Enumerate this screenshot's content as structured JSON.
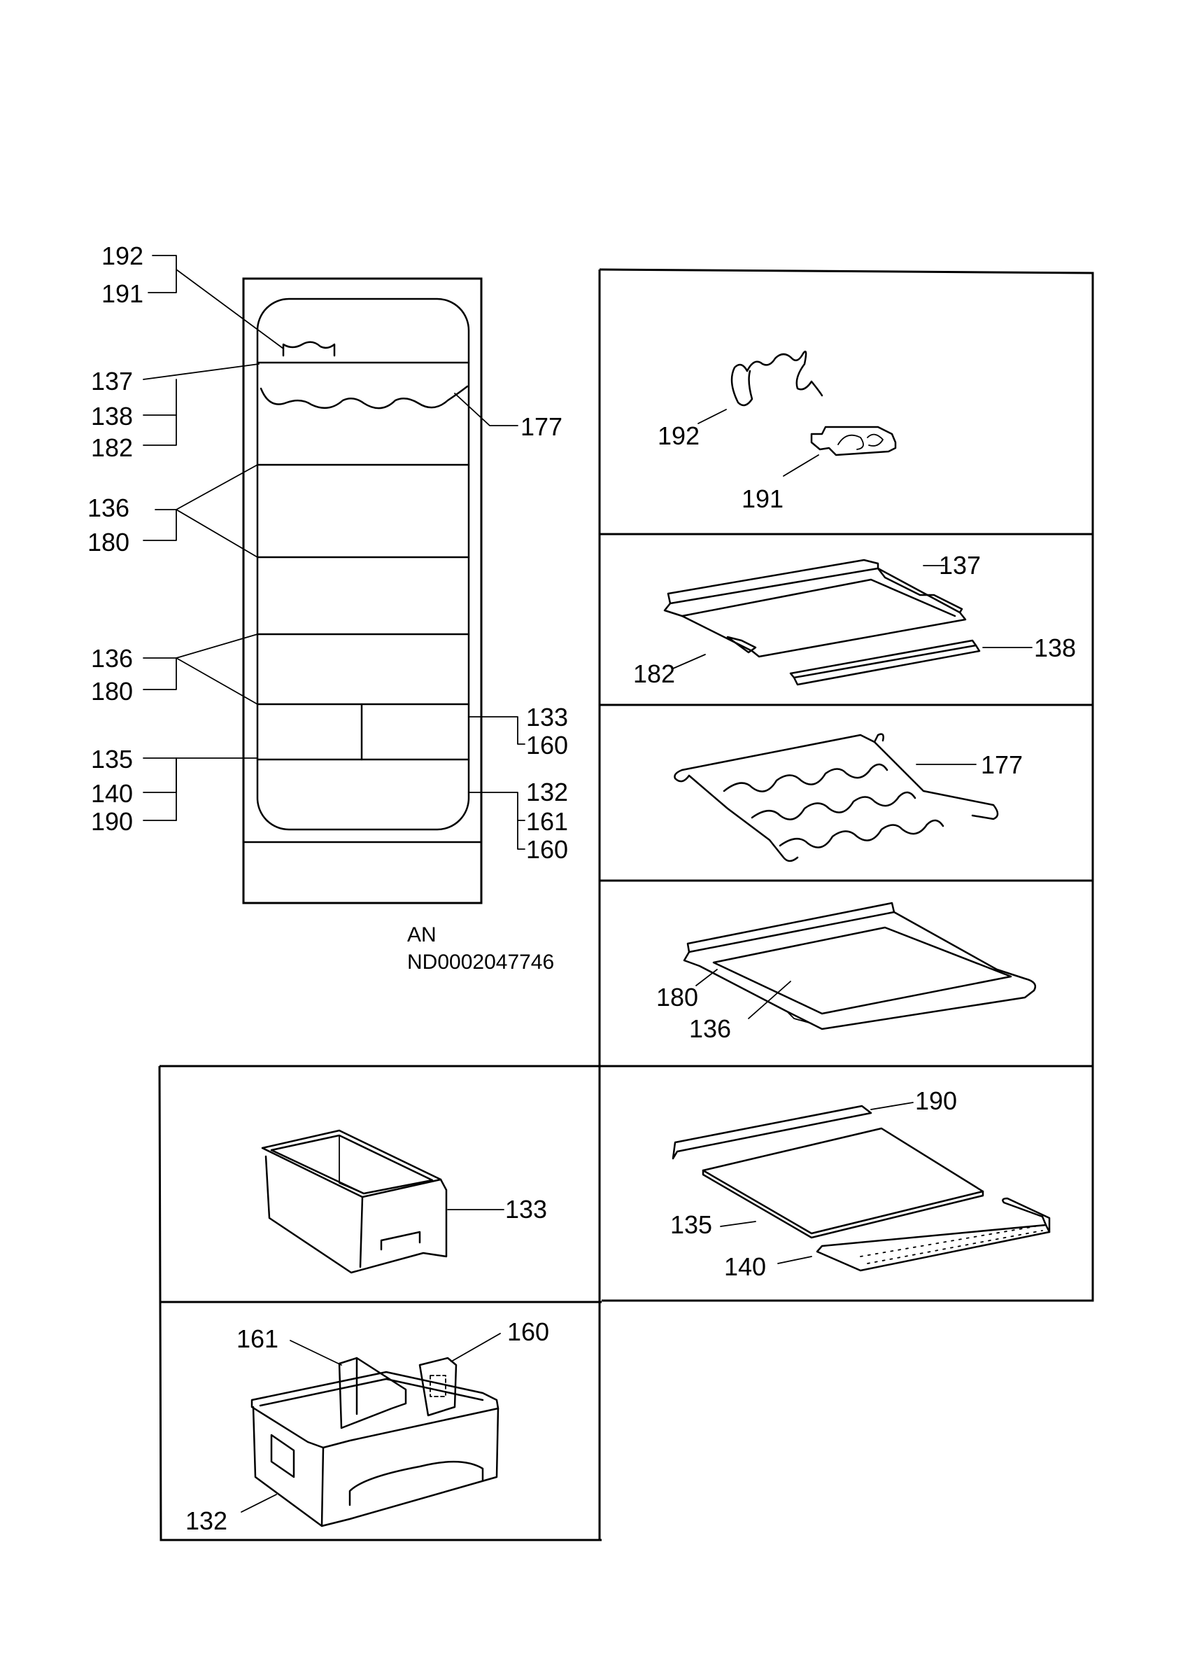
{
  "diagram": {
    "doc_code": {
      "line1": "AN",
      "line2": "ND0002047746"
    },
    "overview_labels": [
      "192",
      "191",
      "137",
      "138",
      "182",
      "177",
      "136",
      "180",
      "136",
      "180",
      "133",
      "160",
      "135",
      "140",
      "190",
      "132",
      "161",
      "160"
    ],
    "panels": {
      "clip": {
        "labels": [
          "192",
          "191"
        ]
      },
      "shelf": {
        "labels": [
          "137",
          "182",
          "138"
        ]
      },
      "rack": {
        "labels": [
          "177"
        ]
      },
      "glass": {
        "labels": [
          "180",
          "136"
        ]
      },
      "bin": {
        "labels": [
          "133"
        ]
      },
      "bottom": {
        "labels": [
          "190",
          "135",
          "140"
        ]
      },
      "crisper": {
        "labels": [
          "161",
          "160",
          "132"
        ]
      }
    }
  }
}
